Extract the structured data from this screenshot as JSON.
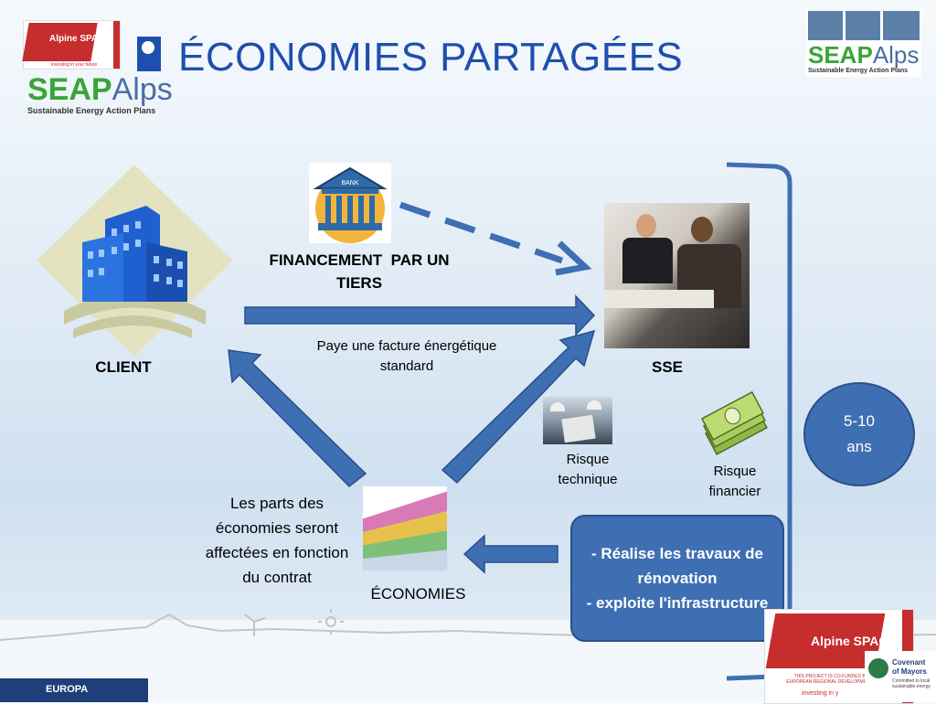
{
  "title": "ÉCONOMIES PARTAGÉES",
  "logos": {
    "alpine_space_top": "Alpine SPACE",
    "alpine_space_tagline": "investing in your future",
    "seap_left": {
      "seap": "SEAP",
      "alps": "Alps",
      "sub": "Sustainable Energy Action Plans"
    },
    "seap_right": {
      "seap": "SEAP",
      "alps": "Alps",
      "sub": "Sustainable Energy Action Plans"
    },
    "alpine_space_bottom": "Alpine SPACE",
    "alpine_space_bottom_note": "THIS PROJECT IS CO-FUNDED BY THE EUROPEAN REGIONAL DEVELOPMENT FUND",
    "alpine_space_bottom_tagline": "investing in y",
    "covenant": "Covenant of Mayors",
    "covenant_sub": "Committed to local sustainable energy",
    "europa": "EUROPA"
  },
  "diagram": {
    "client": "CLIENT",
    "bank_sign": "BANK",
    "financement": "FINANCEMENT  PAR UN TIERS",
    "sse": "SSE",
    "paye": "Paye une facture énergétique standard",
    "economies": "ÉCONOMIES",
    "parts": "Les parts des économies seront affectées en fonction du contrat",
    "risque_technique": "Risque technique",
    "risque_financier": "Risque financier",
    "duree_line1": "5-10",
    "duree_line2": "ans",
    "realise_line1": "- Réalise les travaux de rénovation",
    "realise_line2": "- exploite l'infrastructure"
  },
  "colors": {
    "title": "#1f4fae",
    "arrow": "#3f6fb3",
    "box": "#3f6fb3"
  },
  "icons": [
    "building-icon",
    "bank-icon",
    "business-people-photo",
    "engineers-photo",
    "money-icon",
    "banknotes-photo",
    "windmill-icon",
    "sun-icon"
  ]
}
